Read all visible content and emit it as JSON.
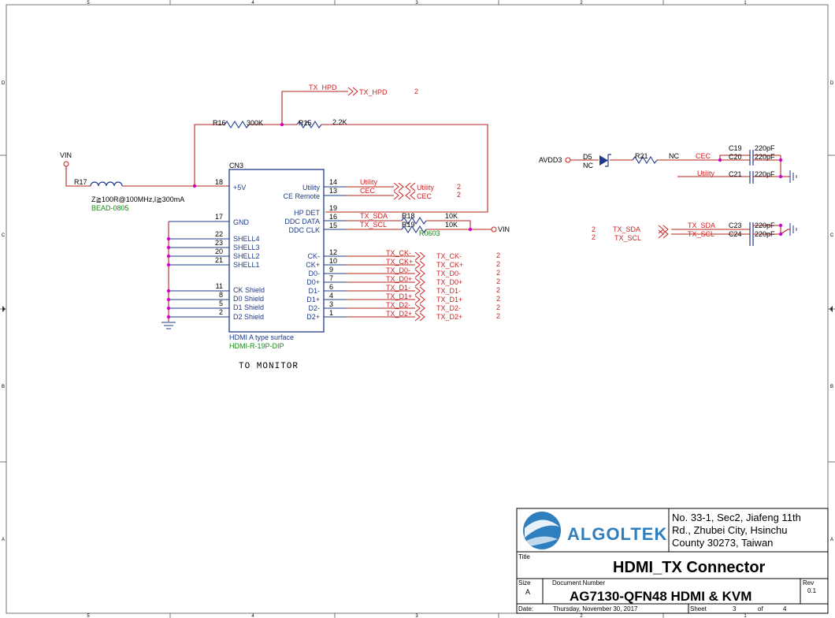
{
  "frame": {
    "top_cols": [
      "5",
      "4",
      "3",
      "2",
      "1"
    ],
    "bottom_cols": [
      "5",
      "4",
      "3",
      "2",
      "1"
    ],
    "rows": [
      "D",
      "C",
      "B",
      "A"
    ]
  },
  "vin": {
    "label": "VIN"
  },
  "r17": {
    "ref": "R17",
    "spec": "Z≧100R@100MHz,I≧300mA",
    "footprint": "BEAD-0805"
  },
  "r16": {
    "ref": "R16",
    "value": "300K"
  },
  "r15": {
    "ref": "R15",
    "value": "2.2K"
  },
  "hpd": {
    "net": "TX_HPD",
    "port": "TX_HPD",
    "sheet": "2"
  },
  "cn3": {
    "ref": "CN3",
    "desc": "HDMI A type surface",
    "footprint": "HDMI-R-19P-DIP",
    "caption": "TO MONITOR",
    "left_pins": [
      {
        "num": "18",
        "name": "+5V"
      },
      {
        "num": "17",
        "name": "GND"
      },
      {
        "num": "22",
        "name": "SHELL4"
      },
      {
        "num": "23",
        "name": "SHELL3"
      },
      {
        "num": "20",
        "name": "SHELL2"
      },
      {
        "num": "21",
        "name": "SHELL1"
      },
      {
        "num": "11",
        "name": "CK Shield"
      },
      {
        "num": "8",
        "name": "D0 Shield"
      },
      {
        "num": "5",
        "name": "D1 Shield"
      },
      {
        "num": "2",
        "name": "D2 Shield"
      }
    ],
    "right_pins": [
      {
        "num": "14",
        "name": "Utility",
        "net": "Utility"
      },
      {
        "num": "13",
        "name": "CE Remote",
        "net": "CEC"
      },
      {
        "num": "19",
        "name": "HP DET",
        "net": ""
      },
      {
        "num": "16",
        "name": "DDC DATA",
        "net": "TX_SDA"
      },
      {
        "num": "15",
        "name": "DDC CLK",
        "net": "TX_SCL"
      }
    ],
    "tmds_pins": [
      {
        "num": "12",
        "name": "CK-",
        "net": "TX_CK-",
        "port": "TX_CK-",
        "sheet": "2"
      },
      {
        "num": "10",
        "name": "CK+",
        "net": "TX_CK+",
        "port": "TX_CK+",
        "sheet": "2"
      },
      {
        "num": "9",
        "name": "D0-",
        "net": "TX_D0-",
        "port": "TX_D0-",
        "sheet": "2"
      },
      {
        "num": "7",
        "name": "D0+",
        "net": "TX_D0+",
        "port": "TX_D0+",
        "sheet": "2"
      },
      {
        "num": "6",
        "name": "D1-",
        "net": "TX_D1-",
        "port": "TX_D1-",
        "sheet": "2"
      },
      {
        "num": "4",
        "name": "D1+",
        "net": "TX_D1+",
        "port": "TX_D1+",
        "sheet": "2"
      },
      {
        "num": "3",
        "name": "D2-",
        "net": "TX_D2-",
        "port": "TX_D2-",
        "sheet": "2"
      },
      {
        "num": "1",
        "name": "D2+",
        "net": "TX_D2+",
        "port": "TX_D2+",
        "sheet": "2"
      }
    ]
  },
  "ports_util": [
    {
      "port": "Utility",
      "sheet": "2"
    },
    {
      "port": "CEC",
      "sheet": "2"
    }
  ],
  "r18": {
    "ref": "R18",
    "value": "10K"
  },
  "r19": {
    "ref": "R19",
    "value": "10K",
    "footprint": "R0603"
  },
  "vin2": {
    "label": "VIN"
  },
  "right": {
    "avdd": "AVDD3",
    "d5": {
      "ref": "D5",
      "value": "NC"
    },
    "r21": {
      "ref": "R21",
      "value": "NC"
    },
    "cec_net": "CEC",
    "utility_net": "Utility",
    "c19": {
      "ref": "C19",
      "value": "220pF"
    },
    "c20": {
      "ref": "C20",
      "value": "220pF"
    },
    "c21": {
      "ref": "C21",
      "value": "220pF"
    },
    "c23": {
      "ref": "C23",
      "value": "220pF"
    },
    "c24": {
      "ref": "C24",
      "value": "220pF"
    },
    "sda_net": "TX_SDA",
    "scl_net": "TX_SCL",
    "sda_port": "TX_SDA",
    "scl_port": "TX_SCL",
    "sheet_sda": "2",
    "sheet_scl": "2"
  },
  "title_block": {
    "company": "ALGOLTEK",
    "address": [
      "No. 33-1, Sec2, Jiafeng 11th",
      "Rd., Zhubei City, Hsinchu",
      "County 30273, Taiwan"
    ],
    "title_label": "Title",
    "title": "HDMI_TX Connector",
    "size_label": "Size",
    "size": "A",
    "docnum_label": "Document Number",
    "docnum": "AG7130-QFN48 HDMI & KVM",
    "rev_label": "Rev",
    "rev": "0.1",
    "date_label": "Date:",
    "date": "Thursday, November 30, 2017",
    "sheet_label": "Sheet",
    "sheet": "3",
    "of_label": "of",
    "of": "4"
  }
}
